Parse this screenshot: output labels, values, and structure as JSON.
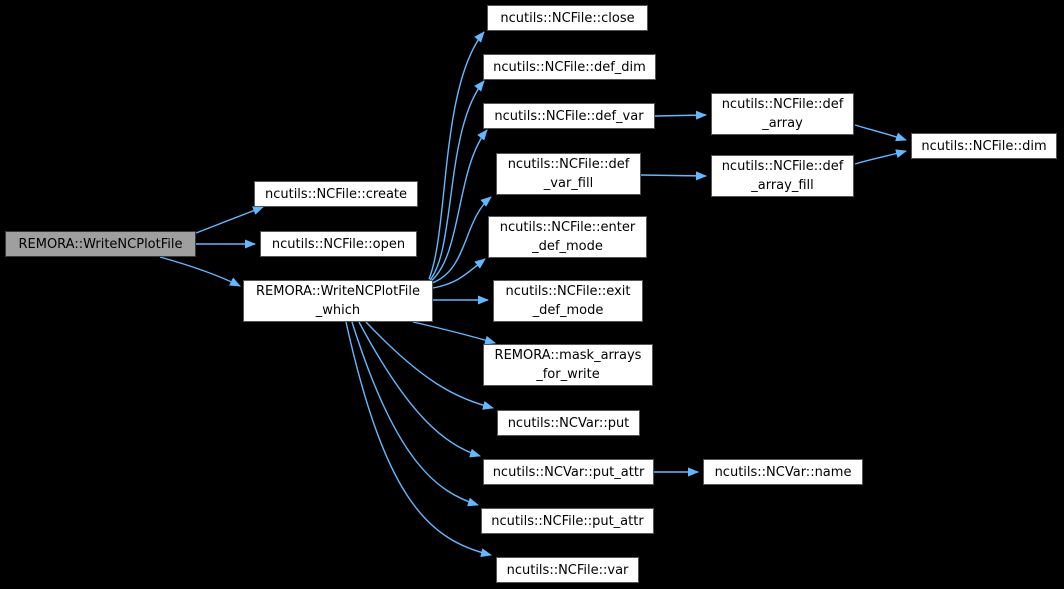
{
  "diagram": {
    "kind": "call-graph",
    "colors": {
      "bg": "#000000",
      "edge": "#63b8ff",
      "node-fill": "#ffffff",
      "node-border": "#555555",
      "root-fill": "#9f9f9f",
      "root-border": "#3a3a3a",
      "text": "#000000"
    }
  },
  "nodes": [
    {
      "id": "root",
      "label": "REMORA::WriteNCPlotFile",
      "role": "current"
    },
    {
      "id": "create",
      "label": "ncutils::NCFile::create"
    },
    {
      "id": "open",
      "label": "ncutils::NCFile::open"
    },
    {
      "id": "which",
      "label": "REMORA::WriteNCPlotFile\n_which"
    },
    {
      "id": "close",
      "label": "ncutils::NCFile::close"
    },
    {
      "id": "def_dim",
      "label": "ncutils::NCFile::def_dim"
    },
    {
      "id": "def_var",
      "label": "ncutils::NCFile::def_var"
    },
    {
      "id": "def_var_fill",
      "label": "ncutils::NCFile::def\n_var_fill"
    },
    {
      "id": "enter_def_mode",
      "label": "ncutils::NCFile::enter\n_def_mode"
    },
    {
      "id": "exit_def_mode",
      "label": "ncutils::NCFile::exit\n_def_mode"
    },
    {
      "id": "mask_arrays",
      "label": "REMORA::mask_arrays\n_for_write"
    },
    {
      "id": "put",
      "label": "ncutils::NCVar::put"
    },
    {
      "id": "ncvar_put_attr",
      "label": "ncutils::NCVar::put_attr"
    },
    {
      "id": "ncfile_put_attr",
      "label": "ncutils::NCFile::put_attr"
    },
    {
      "id": "var",
      "label": "ncutils::NCFile::var"
    },
    {
      "id": "def_array",
      "label": "ncutils::NCFile::def\n_array"
    },
    {
      "id": "def_array_fill",
      "label": "ncutils::NCFile::def\n_array_fill"
    },
    {
      "id": "ncvar_name",
      "label": "ncutils::NCVar::name"
    },
    {
      "id": "dim",
      "label": "ncutils::NCFile::dim"
    }
  ],
  "edges": [
    {
      "from": "root",
      "to": "create"
    },
    {
      "from": "root",
      "to": "open"
    },
    {
      "from": "root",
      "to": "which"
    },
    {
      "from": "which",
      "to": "close"
    },
    {
      "from": "which",
      "to": "def_dim"
    },
    {
      "from": "which",
      "to": "def_var"
    },
    {
      "from": "which",
      "to": "def_var_fill"
    },
    {
      "from": "which",
      "to": "enter_def_mode"
    },
    {
      "from": "which",
      "to": "exit_def_mode"
    },
    {
      "from": "which",
      "to": "mask_arrays"
    },
    {
      "from": "which",
      "to": "put"
    },
    {
      "from": "which",
      "to": "ncvar_put_attr"
    },
    {
      "from": "which",
      "to": "ncfile_put_attr"
    },
    {
      "from": "which",
      "to": "var"
    },
    {
      "from": "def_var",
      "to": "def_array"
    },
    {
      "from": "def_var_fill",
      "to": "def_array_fill"
    },
    {
      "from": "def_array",
      "to": "dim"
    },
    {
      "from": "def_array_fill",
      "to": "dim"
    },
    {
      "from": "ncvar_put_attr",
      "to": "ncvar_name"
    }
  ]
}
